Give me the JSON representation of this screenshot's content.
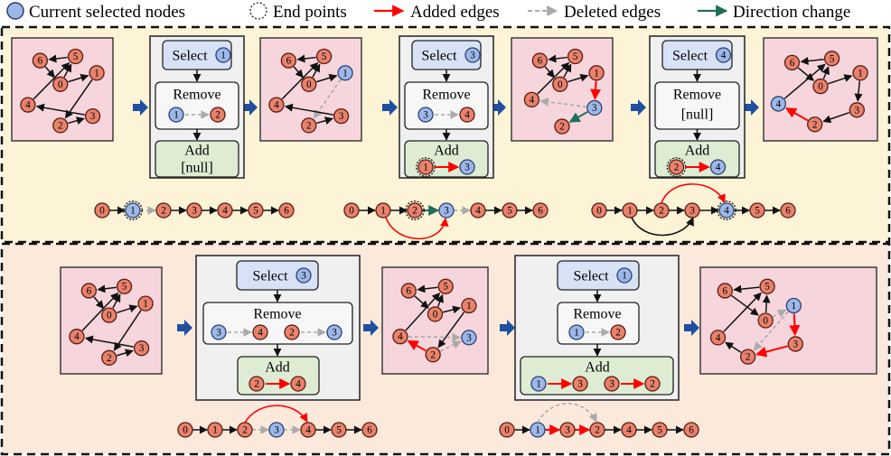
{
  "legend": {
    "selected": "Current selected nodes",
    "endpoints": "End points",
    "added": "Added edges",
    "deleted": "Deleted edges",
    "direction": "Direction change"
  },
  "steps": {
    "select": "Select",
    "remove": "Remove",
    "add": "Add",
    "null": "[null]"
  },
  "nodes": [
    "0",
    "1",
    "2",
    "3",
    "4",
    "5",
    "6"
  ],
  "colors": {
    "node_fill": "#e8826c",
    "node_selected": "#9db8e8",
    "graph_bg": "#f6d6dc",
    "top_panel_bg": "#fdf4d7",
    "bottom_panel_bg": "#fbe9dc",
    "step_box_bg": "#f0f0f0",
    "select_bg": "#d8e2f6",
    "add_bg": "#deecd3",
    "added_edge": "#ff0000",
    "deleted_edge": "#aaaaaa",
    "direction_edge": "#1f6e5a",
    "flow_arrow": "#1f4fa0"
  }
}
